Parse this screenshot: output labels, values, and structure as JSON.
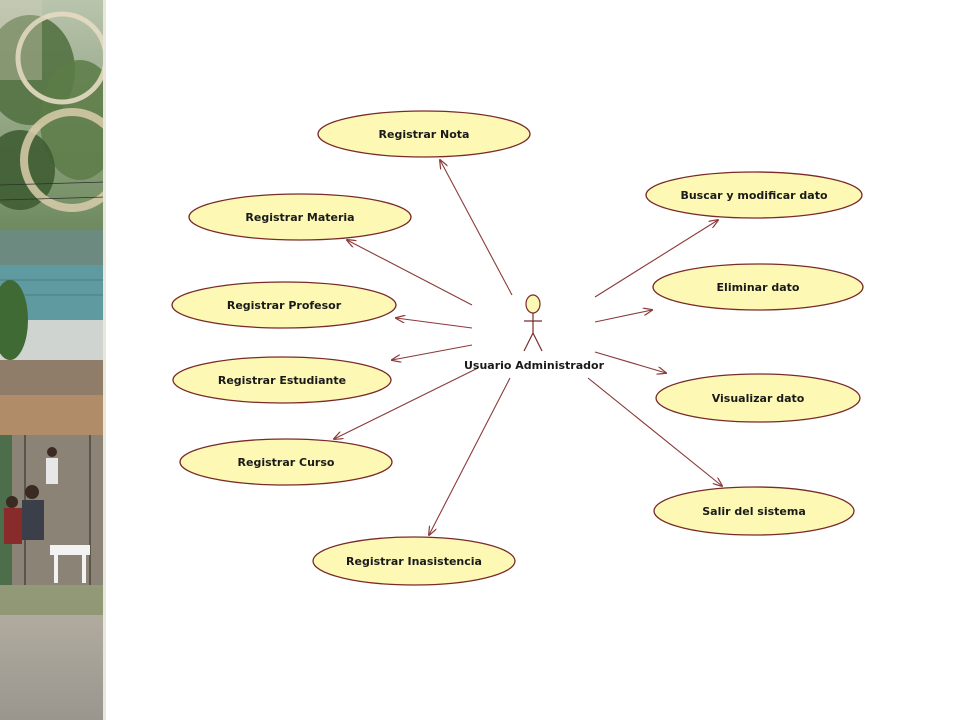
{
  "actor": {
    "label": "Usuario Administrador"
  },
  "use_cases": [
    {
      "id": "uc-registrar-nota",
      "label": "Registrar Nota"
    },
    {
      "id": "uc-registrar-materia",
      "label": "Registrar Materia"
    },
    {
      "id": "uc-registrar-profesor",
      "label": "Registrar Profesor"
    },
    {
      "id": "uc-registrar-estudiante",
      "label": "Registrar Estudiante"
    },
    {
      "id": "uc-registrar-curso",
      "label": "Registrar Curso"
    },
    {
      "id": "uc-registrar-inasistencia",
      "label": "Registrar Inasistencia"
    },
    {
      "id": "uc-buscar-modificar-dato",
      "label": "Buscar y modificar dato"
    },
    {
      "id": "uc-eliminar-dato",
      "label": "Eliminar dato"
    },
    {
      "id": "uc-visualizar-dato",
      "label": "Visualizar dato"
    },
    {
      "id": "uc-salir-sistema",
      "label": "Salir del sistema"
    }
  ],
  "colors": {
    "ellipse_fill": "#fdf9b4",
    "ellipse_stroke": "#7a2a2a",
    "arrow": "#8b3a3a",
    "actor_fill": "#fdf9b4"
  }
}
